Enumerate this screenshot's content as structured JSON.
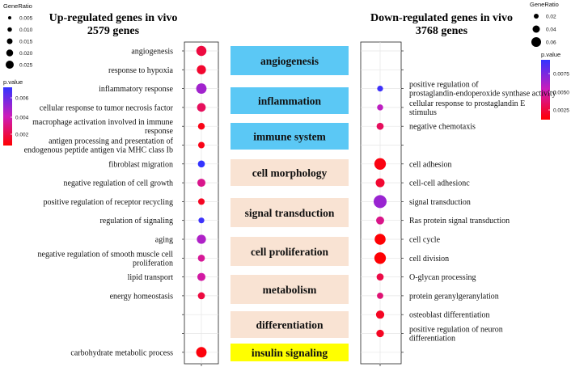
{
  "chart_data": {
    "type": "scatter",
    "panels": [
      {
        "title": "Up-regulated genes in vivo",
        "subtitle": "2579 genes",
        "terms": [
          {
            "label": "angiogenesis",
            "gene_ratio": 0.025,
            "p_value": 0.0015
          },
          {
            "label": "response to hypoxia",
            "gene_ratio": 0.018,
            "p_value": 0.0012
          },
          {
            "label": "inflammatory response",
            "gene_ratio": 0.027,
            "p_value": 0.0045
          },
          {
            "label": "cellular response to tumor necrosis factor",
            "gene_ratio": 0.015,
            "p_value": 0.002
          },
          {
            "label": "macrophage activation involved in immune response",
            "gene_ratio": 0.006,
            "p_value": 0.0008
          },
          {
            "label": "antigen processing and presentation of endogenous peptide antigen via MHC class Ib",
            "gene_ratio": 0.005,
            "p_value": 0.0008
          },
          {
            "label": "fibroblast migration",
            "gene_ratio": 0.007,
            "p_value": 0.0068
          },
          {
            "label": "negative regulation of cell growth",
            "gene_ratio": 0.012,
            "p_value": 0.0028
          },
          {
            "label": "positive regulation of receptor recycling",
            "gene_ratio": 0.005,
            "p_value": 0.001
          },
          {
            "label": "regulation of signaling",
            "gene_ratio": 0.003,
            "p_value": 0.0066
          },
          {
            "label": "aging",
            "gene_ratio": 0.018,
            "p_value": 0.0042
          },
          {
            "label": "negative regulation of smooth muscle cell proliferation",
            "gene_ratio": 0.007,
            "p_value": 0.003
          },
          {
            "label": "lipid transport",
            "gene_ratio": 0.012,
            "p_value": 0.0032
          },
          {
            "label": "energy homeostasis",
            "gene_ratio": 0.007,
            "p_value": 0.0015
          },
          {
            "label": "",
            "gene_ratio": null,
            "p_value": null
          },
          {
            "label": "",
            "gene_ratio": null,
            "p_value": null
          },
          {
            "label": "carbohydrate metabolic process",
            "gene_ratio": 0.028,
            "p_value": 0.0006
          }
        ],
        "legend": {
          "size_title": "GeneRatio",
          "size_ticks": [
            "0.005",
            "0.010",
            "0.015",
            "0.020",
            "0.025"
          ],
          "color_title": "p.value",
          "color_ticks": [
            "0.006",
            "0.004",
            "0.002"
          ]
        }
      },
      {
        "title": "Down-regulated genes in vivo",
        "subtitle": "3768 genes",
        "terms": [
          {
            "label": "",
            "gene_ratio": null,
            "p_value": null
          },
          {
            "label": "",
            "gene_ratio": null,
            "p_value": null
          },
          {
            "label": "positive regulation of prostaglandin-endoperoxide synthase activity",
            "gene_ratio": 0.006,
            "p_value": 0.0085
          },
          {
            "label": "cellular response to prostaglandin E stimulus",
            "gene_ratio": 0.007,
            "p_value": 0.005
          },
          {
            "label": "negative chemotaxis",
            "gene_ratio": 0.012,
            "p_value": 0.0025
          },
          {
            "label": "",
            "gene_ratio": null,
            "p_value": null
          },
          {
            "label": "cell adhesion",
            "gene_ratio": 0.052,
            "p_value": 0.0008
          },
          {
            "label": "cell-cell adhesionc",
            "gene_ratio": 0.025,
            "p_value": 0.0015
          },
          {
            "label": "signal transduction",
            "gene_ratio": 0.07,
            "p_value": 0.006
          },
          {
            "label": "Ras protein signal transduction",
            "gene_ratio": 0.018,
            "p_value": 0.0035
          },
          {
            "label": "cell cycle",
            "gene_ratio": 0.045,
            "p_value": 0.0005
          },
          {
            "label": "cell division",
            "gene_ratio": 0.052,
            "p_value": 0.0005
          },
          {
            "label": "O-glycan processing",
            "gene_ratio": 0.012,
            "p_value": 0.002
          },
          {
            "label": "protein geranylgeranylation",
            "gene_ratio": 0.008,
            "p_value": 0.003
          },
          {
            "label": "osteoblast differentiation",
            "gene_ratio": 0.02,
            "p_value": 0.0012
          },
          {
            "label": "positive regulation of neuron differentiation",
            "gene_ratio": 0.015,
            "p_value": 0.0012
          },
          {
            "label": "",
            "gene_ratio": null,
            "p_value": null
          }
        ],
        "legend": {
          "size_title": "GeneRatio",
          "size_ticks": [
            "0.02",
            "0.04",
            "0.06"
          ],
          "color_title": "p.value",
          "color_ticks": [
            "0.0075",
            "0.0050",
            "0.0025"
          ]
        }
      }
    ],
    "categories": [
      {
        "label": "angiogenesis",
        "color": "#5bc8f5"
      },
      {
        "label": "inflammation",
        "color": "#5bc8f5"
      },
      {
        "label": "immune system",
        "color": "#5bc8f5"
      },
      {
        "label": "cell morphology",
        "color": "#f9e3d3"
      },
      {
        "label": "signal transduction",
        "color": "#f9e3d3"
      },
      {
        "label": "cell proliferation",
        "color": "#f9e3d3"
      },
      {
        "label": "metabolism",
        "color": "#f9e3d3"
      },
      {
        "label": "differentiation",
        "color": "#f9e3d3"
      },
      {
        "label": "insulin signaling",
        "color": "#ffff00"
      }
    ],
    "color_scale": {
      "low": "#ff0000",
      "mid": "#cc1dba",
      "high": "#3333ff"
    }
  }
}
